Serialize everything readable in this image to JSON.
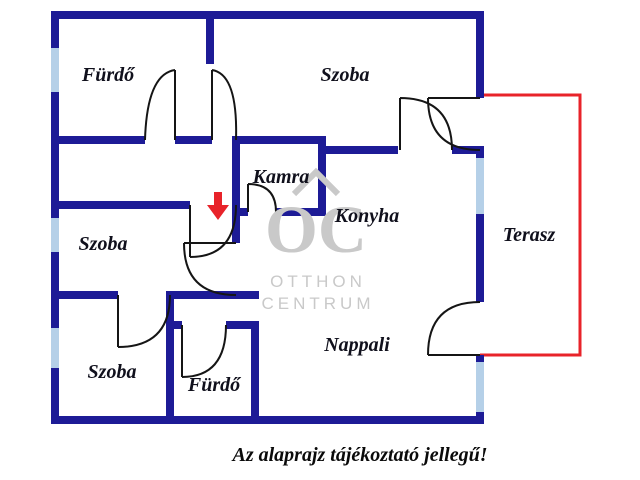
{
  "floorplan": {
    "rooms": {
      "furdo_top": "Fürdő",
      "szoba_top": "Szoba",
      "kamra": "Kamra",
      "konyha": "Konyha",
      "szoba_mid": "Szoba",
      "terasz": "Terasz",
      "szoba_bottom": "Szoba",
      "furdo_bottom": "Fürdő",
      "nappali": "Nappali"
    },
    "watermark": {
      "initials": "OC",
      "line1": "OTTHON",
      "line2": "CENTRUM"
    },
    "caption": "Az alaprajz tájékoztató jellegű!",
    "legend": {
      "wall_color": "#1d1b96",
      "door_color": "#151515",
      "window_color": "#b5d0e8",
      "terrace_color": "#e8232a",
      "entrance_arrow_color": "#e8232a"
    }
  }
}
